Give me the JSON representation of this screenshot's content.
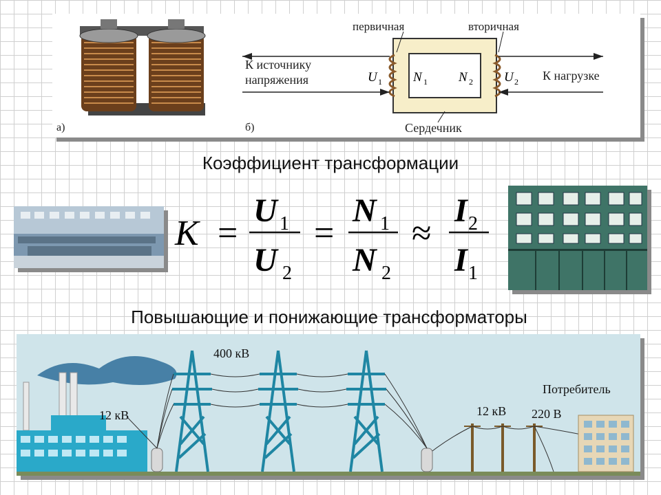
{
  "transformer_diagram": {
    "label_a": "а)",
    "label_b": "б)",
    "primary": "первичная",
    "secondary": "вторичная",
    "source_line1": "К источнику",
    "source_line2": "напряжения",
    "load": "К нагрузке",
    "core": "Сердечник",
    "u1": "U",
    "u1_sub": "1",
    "n1": "N",
    "n1_sub": "1",
    "n2": "N",
    "n2_sub": "2",
    "u2": "U",
    "u2_sub": "2"
  },
  "headings": {
    "ratio_title": "Коэффициент трансформации",
    "stepup_title": "Повышающие и понижающие трансформаторы"
  },
  "formula": {
    "k": "K",
    "eq1": "=",
    "eq2": "=",
    "approx": "≈",
    "f1_num": "U",
    "f1_num_sub": "1",
    "f1_den": "U",
    "f1_den_sub": "2",
    "f2_num": "N",
    "f2_num_sub": "1",
    "f2_den": "N",
    "f2_den_sub": "2",
    "f3_num": "I",
    "f3_num_sub": "2",
    "f3_den": "I",
    "f3_den_sub": "1"
  },
  "power_line": {
    "v400": "400 кВ",
    "v12_left": "12 кВ",
    "v12_right": "12 кВ",
    "v220": "220 В",
    "consumer": "Потребитель"
  },
  "colors": {
    "tower": "#1f86a3",
    "sky": "#cfe4ea",
    "core_fill": "#f7eec9",
    "coil": "#8a5a2a"
  }
}
